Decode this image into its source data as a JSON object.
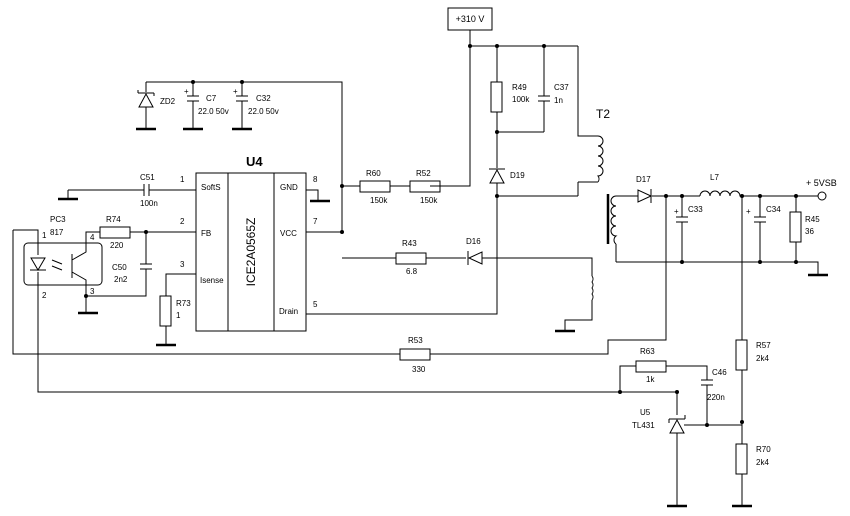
{
  "supply": {
    "hv_label": "+310 V",
    "out_label": "+ 5VSB"
  },
  "ic": {
    "ref": "U4",
    "part": "ICE2A0565Z",
    "pins": {
      "softs": "SoftS",
      "fb": "FB",
      "isense": "Isense",
      "gnd": "GND",
      "vcc": "VCC",
      "drain": "Drain",
      "n1": "1",
      "n2": "2",
      "n3": "3",
      "n8": "8",
      "n7": "7",
      "n5": "5"
    }
  },
  "opto": {
    "ref": "PC3",
    "part": "817",
    "p1": "1",
    "p2": "2",
    "p3": "3",
    "p4": "4"
  },
  "transformer": {
    "ref": "T2"
  },
  "parts": {
    "zd2": "ZD2",
    "c7": {
      "ref": "C7",
      "value": "22.0 50v"
    },
    "c32": {
      "ref": "C32",
      "value": "22.0 50v"
    },
    "c51": {
      "ref": "C51",
      "value": "100n"
    },
    "r74": {
      "ref": "R74",
      "value": "220"
    },
    "c50": {
      "ref": "C50",
      "value": "2n2"
    },
    "r73": {
      "ref": "R73",
      "value": "1"
    },
    "r60": {
      "ref": "R60",
      "value": "150k"
    },
    "r52": {
      "ref": "R52",
      "value": "150k"
    },
    "r49": {
      "ref": "R49",
      "value": "100k"
    },
    "c37": {
      "ref": "C37",
      "value": "1n"
    },
    "d19": "D19",
    "r43": {
      "ref": "R43",
      "value": "6.8"
    },
    "d16": "D16",
    "d17": "D17",
    "l7": "L7",
    "c33": "C33",
    "c34": "C34",
    "r45": {
      "ref": "R45",
      "value": "36"
    },
    "r53": {
      "ref": "R53",
      "value": "330"
    },
    "r63": {
      "ref": "R63",
      "value": "1k"
    },
    "c46": {
      "ref": "C46",
      "value": "220n"
    },
    "u5": {
      "ref": "U5",
      "value": "TL431"
    },
    "r57": {
      "ref": "R57",
      "value": "2k4"
    },
    "r70": {
      "ref": "R70",
      "value": "2k4"
    }
  }
}
